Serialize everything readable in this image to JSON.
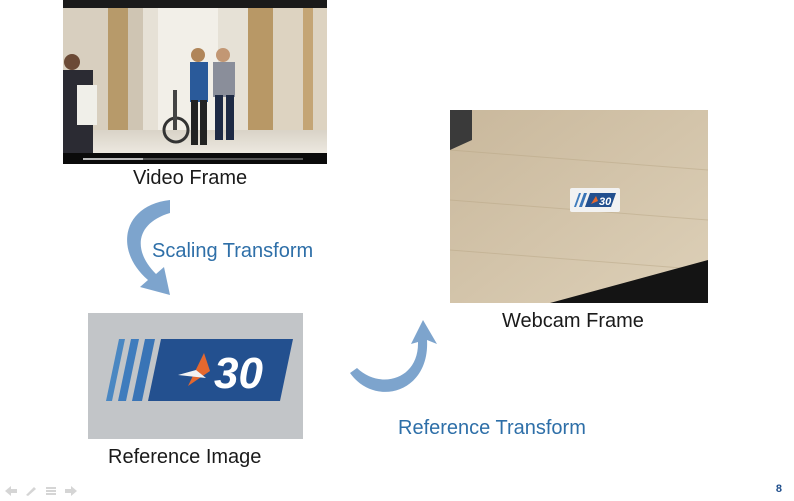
{
  "captions": {
    "video_frame": "Video Frame",
    "webcam_frame": "Webcam Frame",
    "reference_image": "Reference Image"
  },
  "transforms": {
    "scaling": "Scaling Transform",
    "reference": "Reference Transform"
  },
  "logo_text": "30",
  "page_number": "8",
  "colors": {
    "arrow_blue": "#6f9ac8",
    "label_blue": "#2e6fa8",
    "logo_dark_blue": "#23508f",
    "logo_orange": "#e4682f"
  },
  "nav_icons": [
    "prev-slide-icon",
    "pen-icon",
    "menu-icon",
    "next-slide-icon"
  ]
}
